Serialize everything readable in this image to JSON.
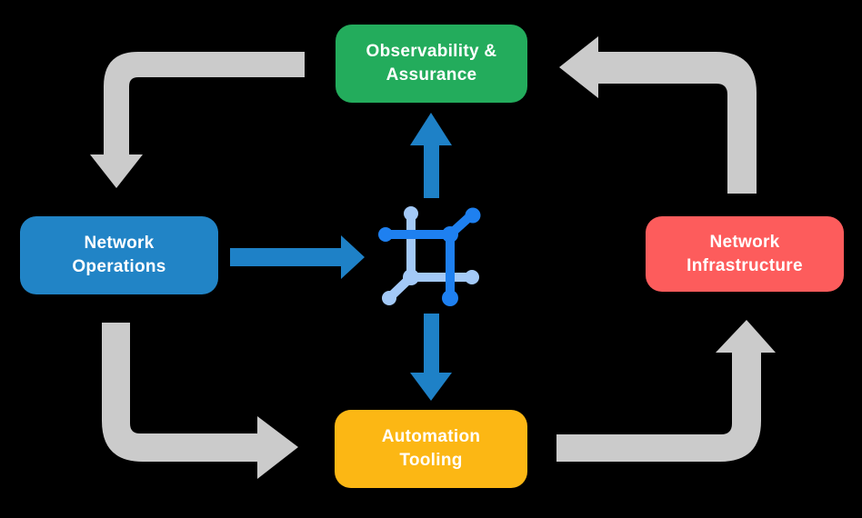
{
  "diagram": {
    "title": "network lifecycle flow diagram",
    "background": "#000000",
    "nodes": [
      {
        "id": "observability",
        "line1": "Observability &",
        "line2": "Assurance",
        "color": "#23AC5C"
      },
      {
        "id": "network-operations",
        "line1": "Network",
        "line2": "Operations",
        "color": "#2184C6"
      },
      {
        "id": "network-infrastructure",
        "line1": "Network",
        "line2": "Infrastructure",
        "color": "#FD5C5C"
      },
      {
        "id": "automation-tooling",
        "line1": "Automation",
        "line2": "Tooling",
        "color": "#FCB714"
      }
    ],
    "flows": [
      {
        "id": "flow-top-left",
        "from": "observability",
        "to": "network-operations",
        "style": "gray-elbow"
      },
      {
        "id": "flow-top-right",
        "from": "network-infrastructure",
        "to": "observability",
        "style": "gray-elbow"
      },
      {
        "id": "flow-bottom-left",
        "from": "network-operations",
        "to": "automation-tooling",
        "style": "gray-elbow"
      },
      {
        "id": "flow-bottom-right",
        "from": "automation-tooling",
        "to": "network-infrastructure",
        "style": "gray-elbow"
      },
      {
        "id": "flow-ops-to-center",
        "from": "network-operations",
        "to": "center-icon",
        "style": "blue-straight"
      },
      {
        "id": "flow-center-to-observ",
        "from": "center-icon",
        "to": "observability",
        "style": "blue-straight"
      },
      {
        "id": "flow-center-to-autom",
        "from": "center-icon",
        "to": "automation-tooling",
        "style": "blue-straight"
      }
    ],
    "center_icon": "network-mesh-icon",
    "colors": {
      "arrow_gray": "#CBCBCB",
      "arrow_blue": "#1E81C7",
      "icon_blue_dark": "#1E80F0",
      "icon_blue_light": "#A3C9F7",
      "node_text": "#FFFFFF"
    }
  }
}
